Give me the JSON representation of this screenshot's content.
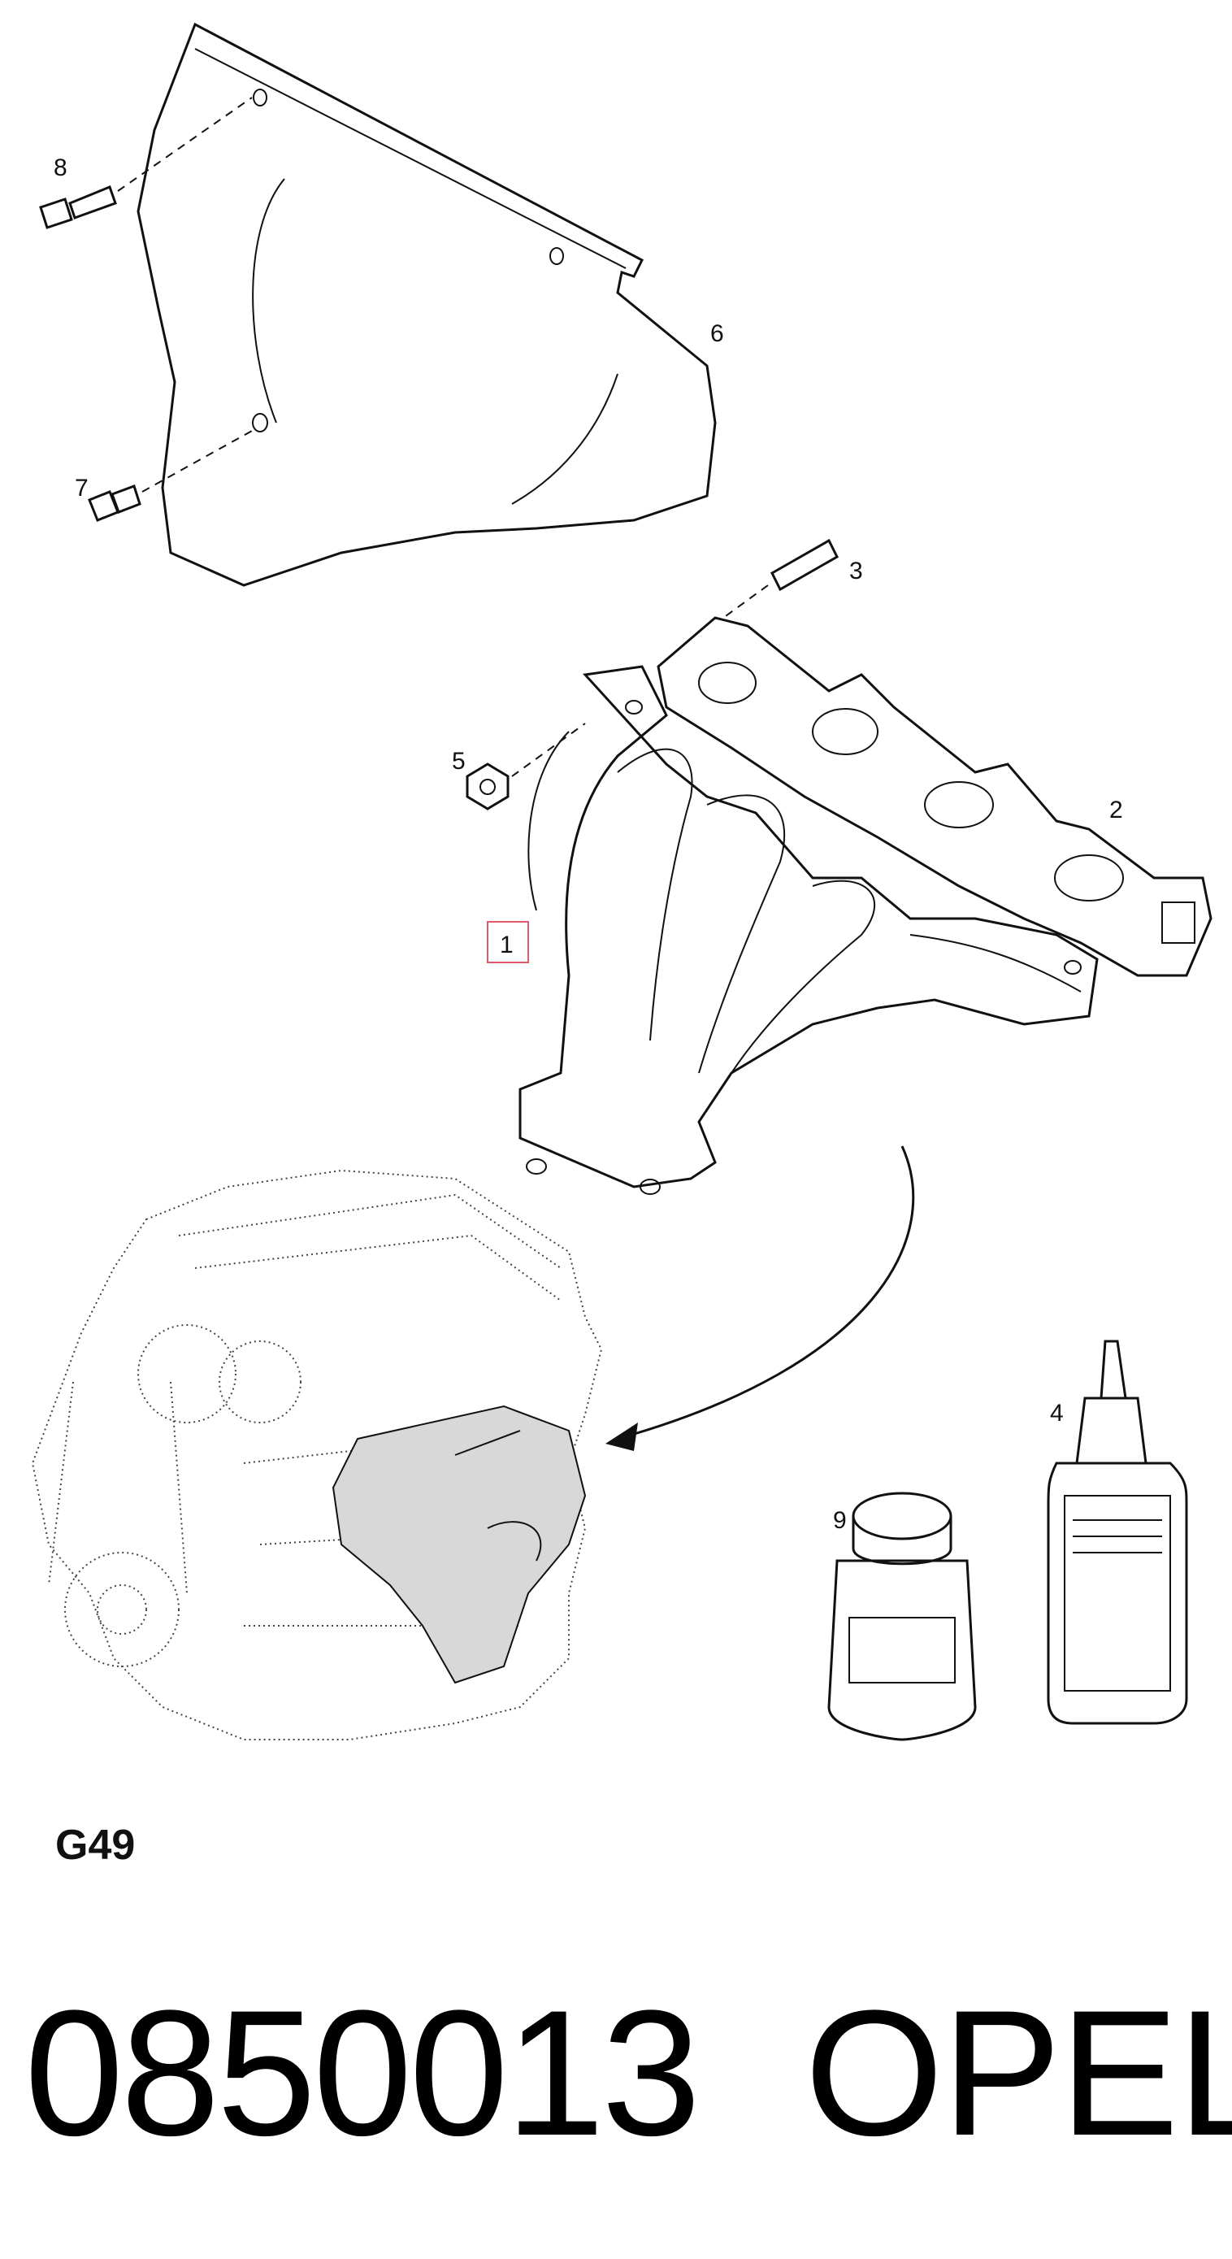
{
  "diagram": {
    "callouts": [
      "1",
      "2",
      "3",
      "4",
      "5",
      "6",
      "7",
      "8",
      "9"
    ],
    "group_code": "G49",
    "part_number": "0850013",
    "brand": "OPEL",
    "highlight_color": "#e05a6a"
  }
}
